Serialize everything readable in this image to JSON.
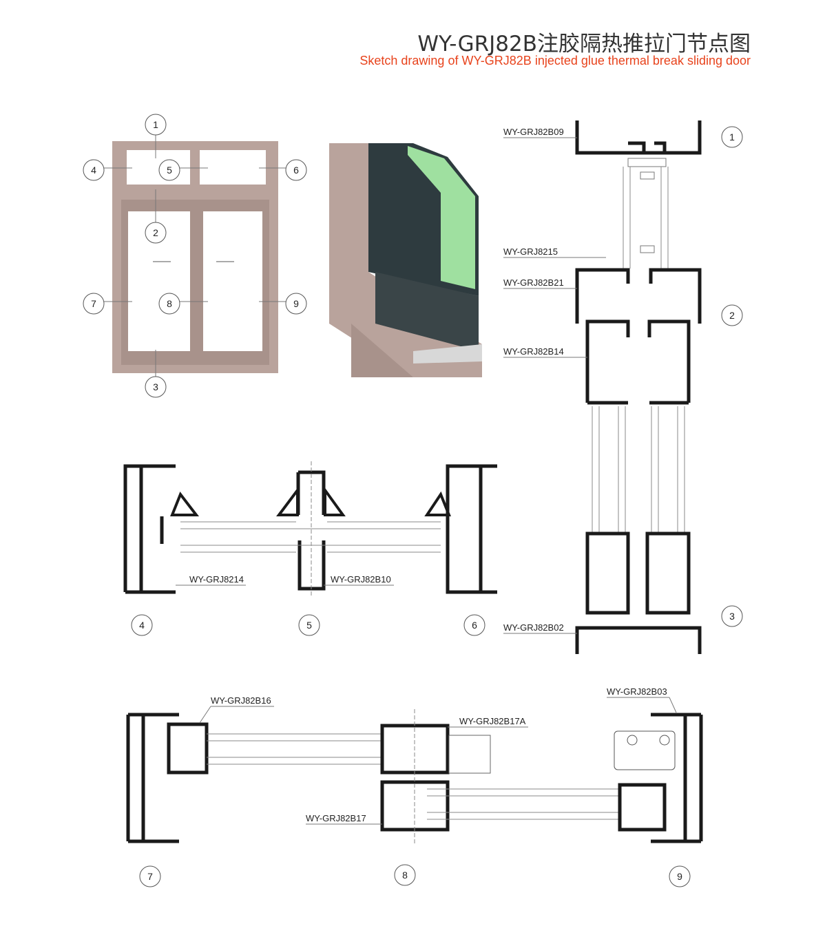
{
  "header": {
    "title": "WY-GRJ82B注胶隔热推拉门节点图",
    "subtitle": "Sketch drawing of WY-GRJ82B injected glue thermal break sliding door"
  },
  "elevation": {
    "callouts": [
      "1",
      "2",
      "3",
      "4",
      "5",
      "6",
      "7",
      "8",
      "9"
    ]
  },
  "vertical_section": {
    "callouts": [
      "1",
      "2",
      "3"
    ],
    "labels": [
      "WY-GRJ82B09",
      "WY-GRJ8215",
      "WY-GRJ82B21",
      "WY-GRJ82B14",
      "WY-GRJ82B02"
    ]
  },
  "transom_section": {
    "callouts": [
      "4",
      "5",
      "6"
    ],
    "labels": [
      "WY-GRJ8214",
      "WY-GRJ82B10"
    ]
  },
  "sash_section": {
    "callouts": [
      "7",
      "8",
      "9"
    ],
    "labels": [
      "WY-GRJ82B16",
      "WY-GRJ82B17A",
      "WY-GRJ82B03",
      "WY-GRJ82B17"
    ]
  },
  "colors": {
    "accent": "#e8431c",
    "wood": "#b9a39c",
    "glass": "#9fe0a0"
  }
}
